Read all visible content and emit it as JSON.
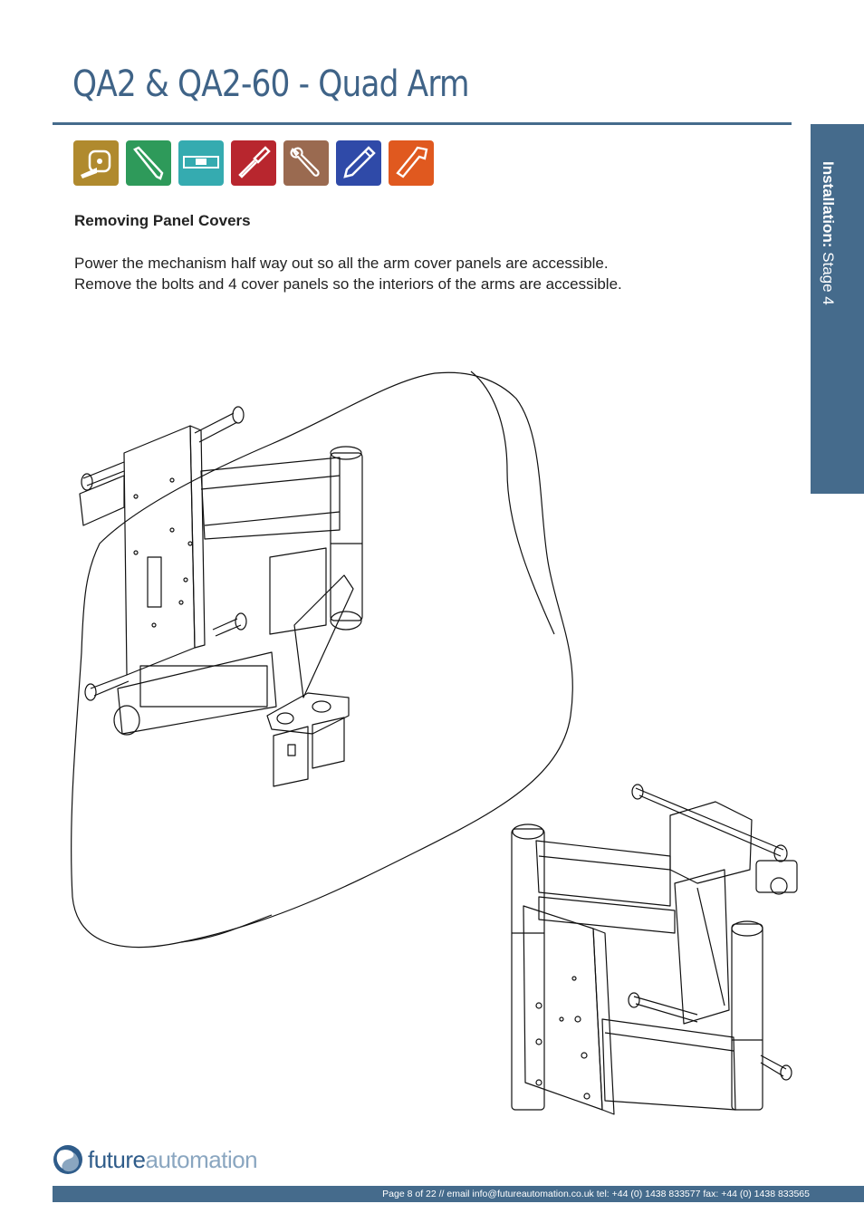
{
  "header": {
    "title": "QA2 & QA2-60 - Quad Arm"
  },
  "side_tab": {
    "section_bold": "Installation:",
    "section_rest": "Stage  4"
  },
  "tool_icons": [
    {
      "name": "tape-measure-icon",
      "color": "#b08a2e"
    },
    {
      "name": "allen-key-icon",
      "color": "#2e9a5a"
    },
    {
      "name": "spirit-level-icon",
      "color": "#35abb0"
    },
    {
      "name": "screwdriver-icon",
      "color": "#b8262e"
    },
    {
      "name": "spanner-icon",
      "color": "#9a6a50"
    },
    {
      "name": "pencil-icon",
      "color": "#2f4aa8"
    },
    {
      "name": "hacksaw-icon",
      "color": "#e0591f"
    }
  ],
  "content": {
    "heading": "Removing Panel Covers",
    "line1": "Power the mechanism half way out so all the arm cover panels are accessible.",
    "line2": "Remove the bolts and 4 cover panels so the interiors of the arms are accessible."
  },
  "logo": {
    "part1": "future",
    "part2": "automation"
  },
  "footer": {
    "text": "Page 8 of 22 // email info@futureautomation.co.uk  tel: +44 (0) 1438 833577  fax: +44 (0) 1438 833565"
  }
}
